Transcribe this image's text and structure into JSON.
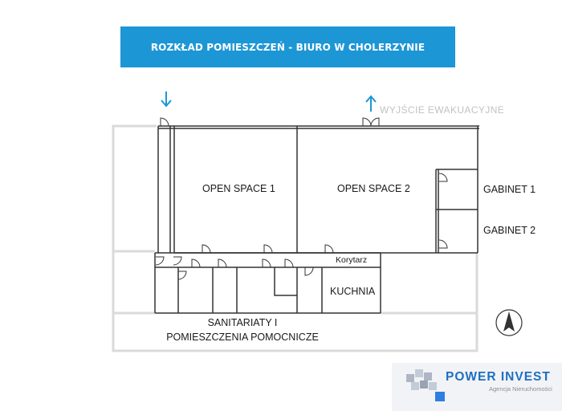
{
  "title": "ROZKŁAD POMIESZCZEŃ - BIURO W CHOLERZYNIE",
  "rooms": {
    "open_space_1": "OPEN SPACE 1",
    "open_space_2": "OPEN SPACE 2",
    "gabinet_1": "GABINET 1",
    "gabinet_2": "GABINET 2",
    "korytarz": "Korytarz",
    "kuchnia": "KUCHNIA",
    "sanitariaty_line1": "SANITARIATY I",
    "sanitariaty_line2": "POMIESZCZENIA POMOCNICZE"
  },
  "evacuation_exit": "WYJŚCIE EWAKUACYJNE",
  "compass_label": "N",
  "logo": {
    "brand": "POWER INVEST",
    "tagline": "Agencja Nieruchomości"
  },
  "colors": {
    "banner": "#1d96d6",
    "arrows": "#1d96d6",
    "walls": "#333333",
    "outer_outline": "#d9d9d9"
  },
  "icons": {
    "entrance": "arrow-down-icon",
    "exit": "arrow-up-icon",
    "compass": "compass-icon",
    "logo": "cubes-logo-icon"
  }
}
